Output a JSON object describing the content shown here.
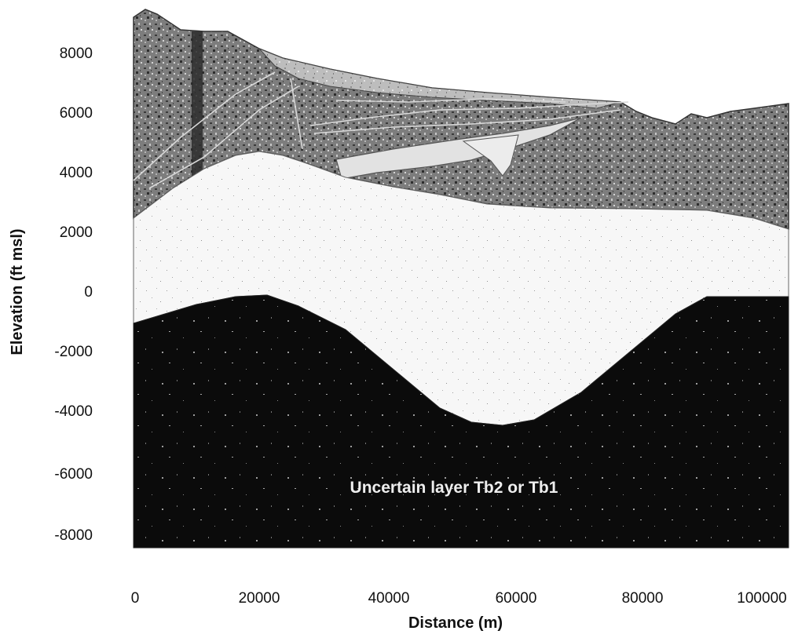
{
  "figure": {
    "x_axis": {
      "title": "Distance (m)",
      "ticks": [
        "0",
        "20000",
        "40000",
        "60000",
        "80000",
        "100000"
      ]
    },
    "y_axis": {
      "title": "Elevation (ft msl)",
      "ticks": [
        "8000",
        "6000",
        "4000",
        "2000",
        "0",
        "-2000",
        "-4000",
        "-6000",
        "-8000"
      ]
    },
    "annotation": "Uncertain layer Tb2 or Tb1",
    "colors": {
      "upper_layers": "#8a8a8a",
      "middle_layer": "#f4f4f4",
      "bottom_layer": "#0c0c0c",
      "lens": "#d8d8d8"
    }
  }
}
